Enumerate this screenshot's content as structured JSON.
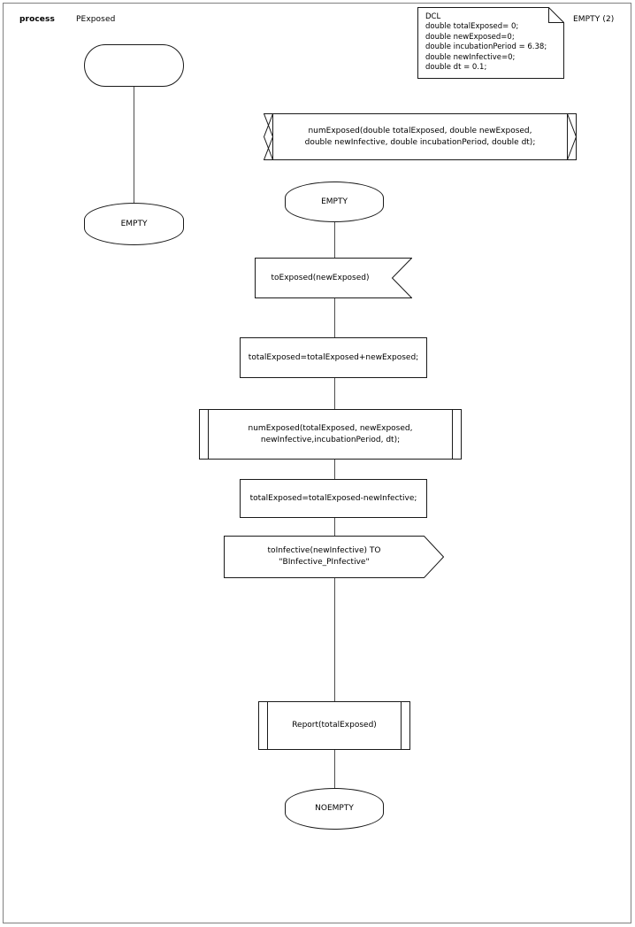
{
  "header": {
    "keyword": "process",
    "process_name": "PExposed",
    "page_label": "EMPTY (2)"
  },
  "declaration_box": {
    "icon": "dcl-note-icon",
    "lines": [
      "DCL",
      "double totalExposed= 0;",
      "double newExposed=0;",
      "double incubationPeriod = 6.38;",
      "double newInfective=0;",
      "double dt = 0.1;"
    ],
    "text": "DCL\ndouble totalExposed= 0;\ndouble newExposed=0;\ndouble incubationPeriod = 6.38;\ndouble newInfective=0;\ndouble dt = 0.1;"
  },
  "left_branch": {
    "start": {
      "type": "start",
      "label": ""
    },
    "state": {
      "type": "state",
      "label": "EMPTY"
    }
  },
  "procedure_declaration": {
    "type": "procedure-declaration",
    "label": "numExposed(double totalExposed, double newExposed,\ndouble newInfective, double incubationPeriod, double dt);"
  },
  "main_branch": {
    "state_empty": {
      "type": "state",
      "label": "EMPTY"
    },
    "input_to_exposed": {
      "type": "input",
      "label": "toExposed(newExposed)"
    },
    "task_add": {
      "type": "task",
      "label": "totalExposed=totalExposed+newExposed;"
    },
    "procedure_call": {
      "type": "procedure-call",
      "label": "numExposed(totalExposed, newExposed,\nnewInfective,incubationPeriod, dt);"
    },
    "task_subtract": {
      "type": "task",
      "label": "totalExposed=totalExposed-newInfective;"
    },
    "output_to_infective": {
      "type": "output",
      "label": "toInfective(newInfective) TO \"BInfective_PInfective\""
    },
    "report_call": {
      "type": "procedure-call",
      "label": "Report(totalExposed)"
    },
    "state_noempty": {
      "type": "state",
      "label": "NOEMPTY"
    }
  },
  "colors": {
    "stroke": "#1a1a1a",
    "connector": "#4d4d4d",
    "frame": "#808080",
    "background": "#ffffff",
    "text": "#000000"
  }
}
